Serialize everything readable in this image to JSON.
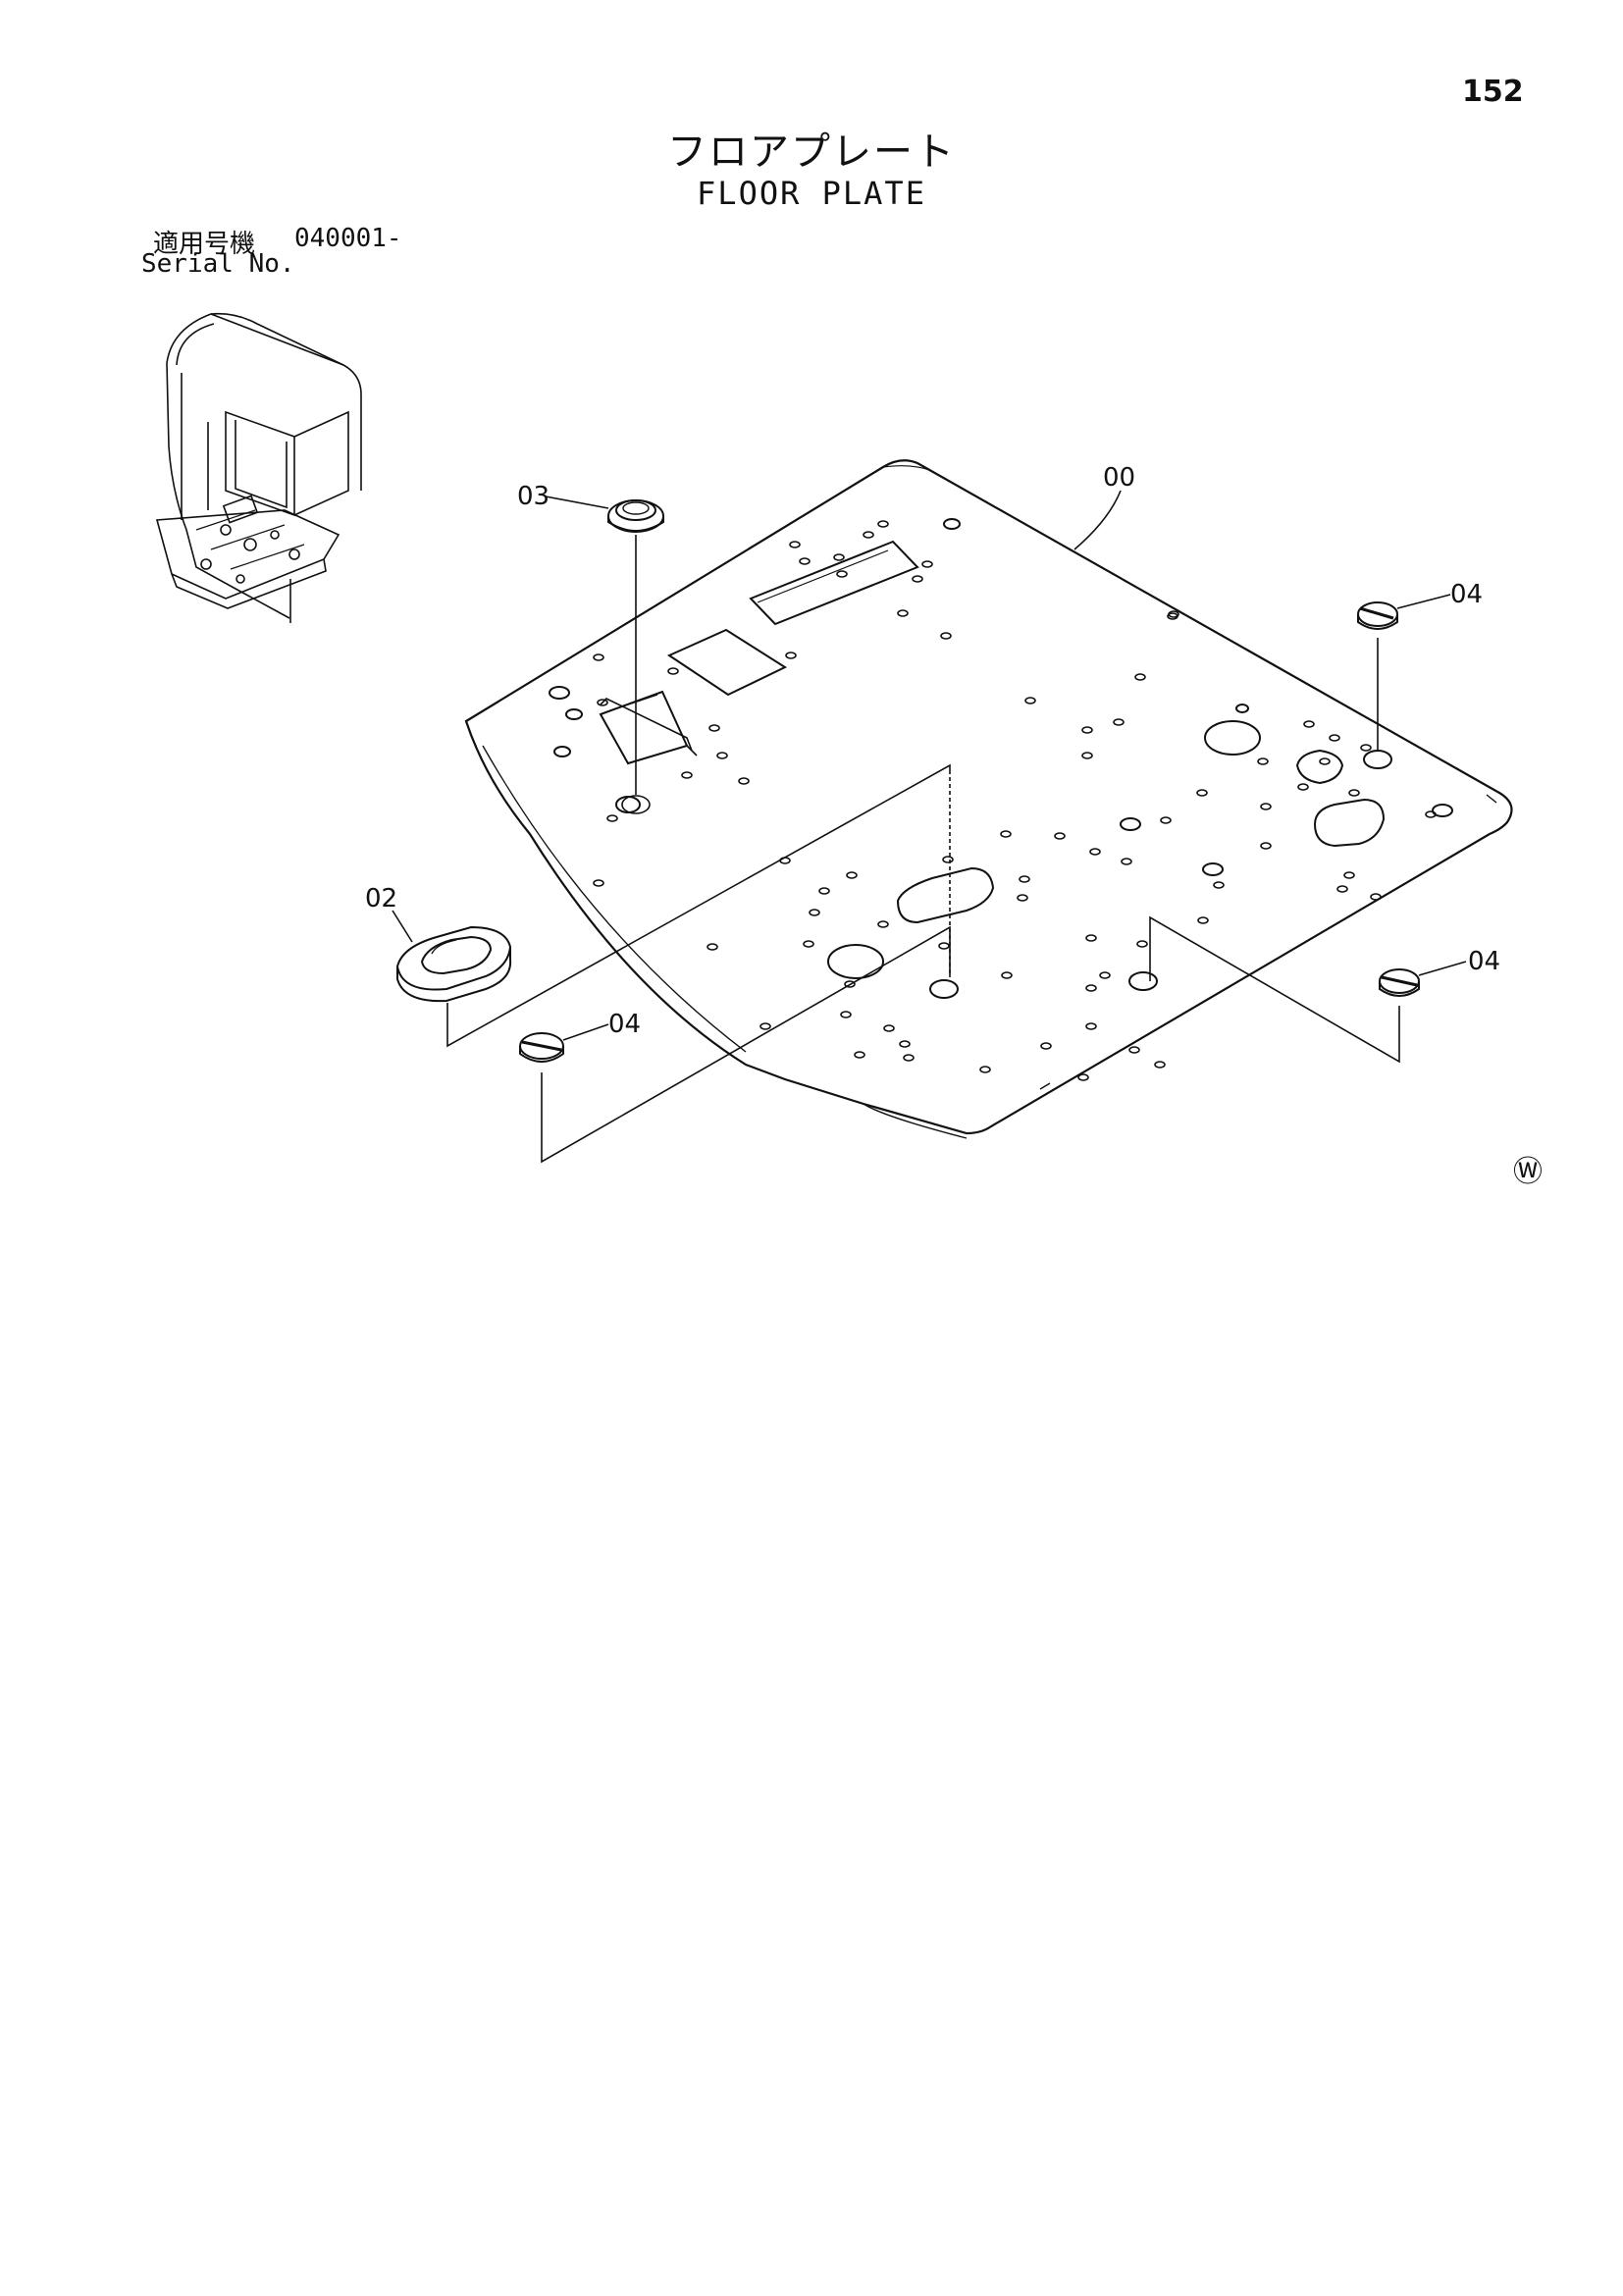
{
  "page": {
    "number": "152"
  },
  "title": {
    "jp": "フロアプレート",
    "en": "FLOOR PLATE"
  },
  "serial": {
    "label_jp": "適用号機",
    "value": "040001-",
    "label_en": "Serial No."
  },
  "callouts": {
    "plate": "00",
    "grommet_oval": "02",
    "grommet_round": "03",
    "plug_right_top": "04",
    "plug_right_bottom": "04",
    "plug_left": "04"
  },
  "stamp": {
    "symbol": "Ⓦ"
  }
}
